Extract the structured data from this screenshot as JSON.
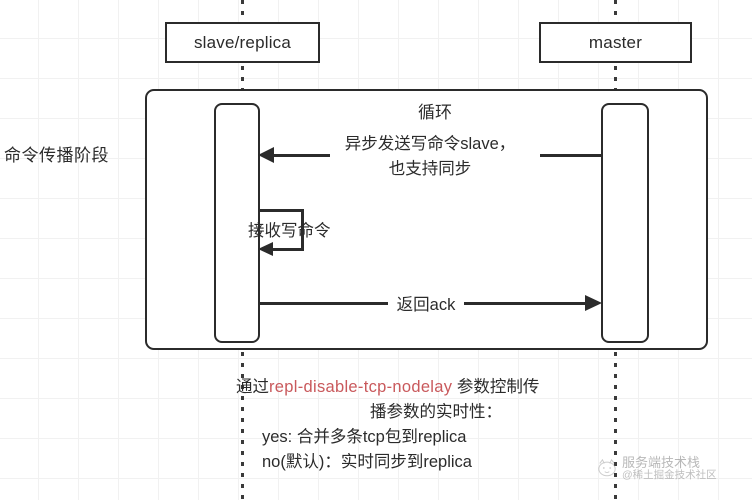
{
  "diagram": {
    "title_left_label": "命令传播阶段",
    "loop_label": "循环",
    "participants": [
      {
        "id": "slave",
        "label": "slave/replica"
      },
      {
        "id": "master",
        "label": "master"
      }
    ],
    "messages": [
      {
        "id": "msg1",
        "from": "master",
        "to": "slave",
        "direction": "left",
        "label_line1": "异步发送写命令slave，",
        "label_line2": "也支持同步"
      },
      {
        "id": "msg2",
        "from": "slave",
        "to": "slave",
        "direction": "self",
        "label": "接收写命令"
      },
      {
        "id": "msg3",
        "from": "slave",
        "to": "master",
        "direction": "right",
        "label": "返回ack"
      }
    ],
    "note": {
      "line1_prefix": "通过",
      "line1_param": "repl-disable-tcp-nodelay",
      "line1_suffix": " 参数控制传",
      "line2": "播参数的实时性：",
      "line3": "yes: 合并多条tcp包到replica",
      "line4": "no(默认)：实时同步到replica"
    },
    "watermark": {
      "name": "服务端技术栈",
      "handle": "@稀土掘金技术社区"
    },
    "colors": {
      "stroke": "#2b2b2b",
      "background": "#ffffff",
      "grid": "#f1f1f1",
      "param_accent": "#c9595c"
    }
  }
}
